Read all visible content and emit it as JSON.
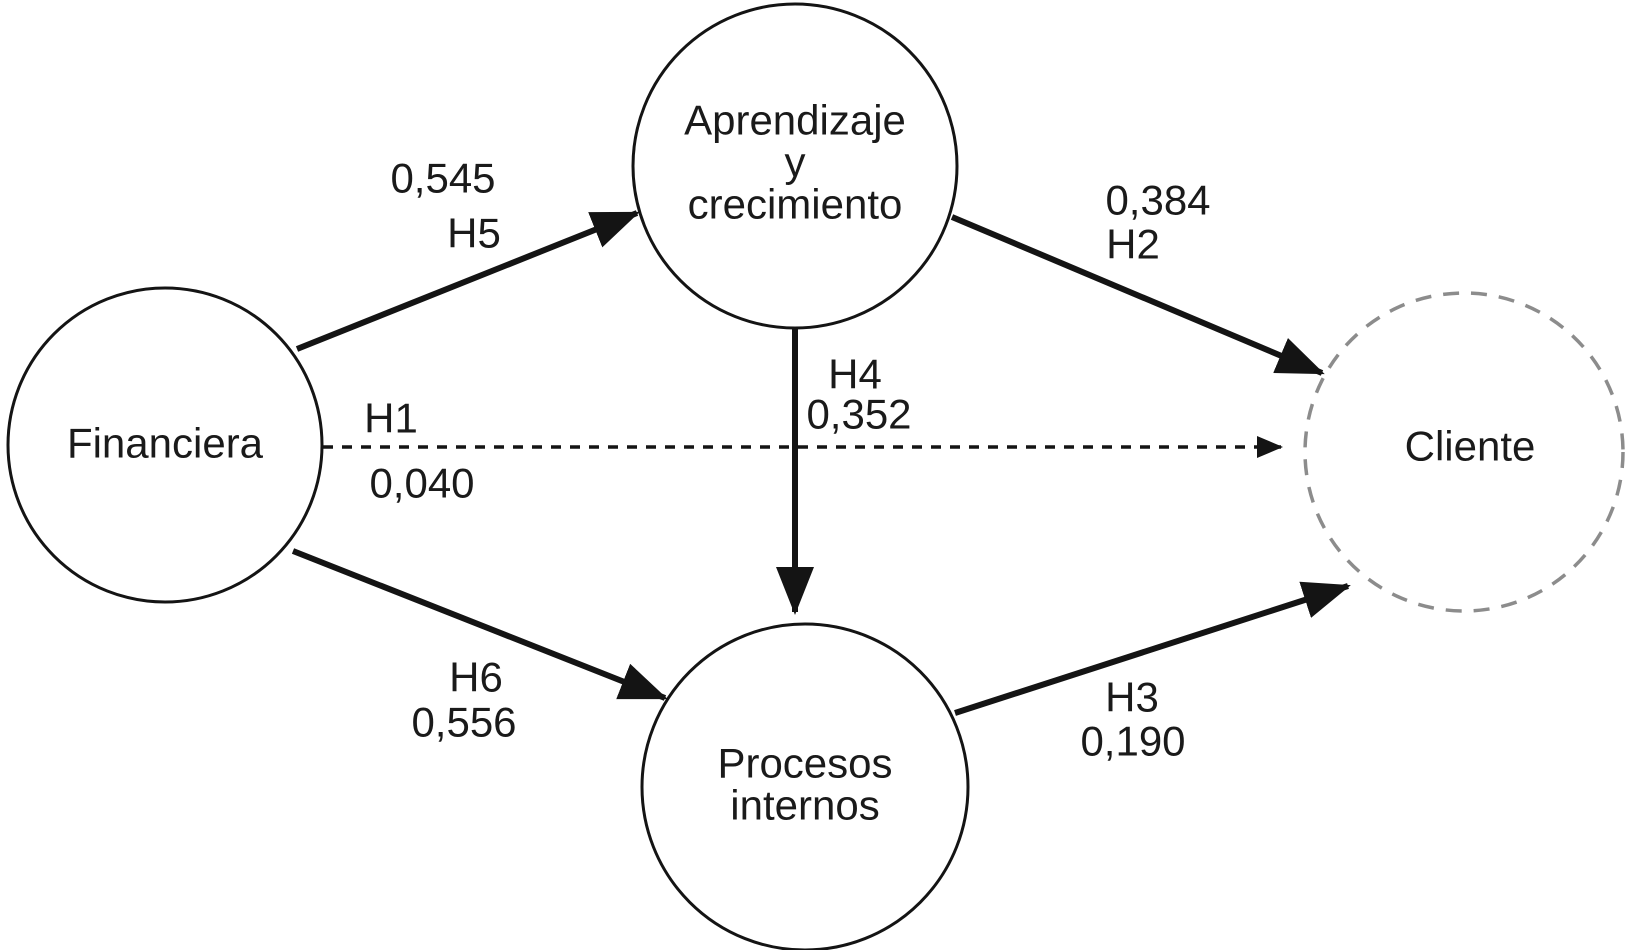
{
  "diagram": {
    "type": "path-model",
    "nodes": {
      "financiera": {
        "label": "Financiera",
        "style": "solid"
      },
      "aprendizaje": {
        "lines": [
          "Aprendizaje",
          "y",
          "crecimiento"
        ],
        "style": "solid"
      },
      "procesos": {
        "lines": [
          "Procesos",
          "internos"
        ],
        "style": "solid"
      },
      "cliente": {
        "label": "Cliente",
        "style": "dashed"
      }
    },
    "edges": [
      {
        "id": "H5",
        "from": "financiera",
        "to": "aprendizaje",
        "hypothesis": "H5",
        "coefficient": "0,545",
        "style": "solid"
      },
      {
        "id": "H1",
        "from": "financiera",
        "to": "cliente",
        "hypothesis": "H1",
        "coefficient": "0,040",
        "style": "dotted"
      },
      {
        "id": "H6",
        "from": "financiera",
        "to": "procesos",
        "hypothesis": "H6",
        "coefficient": "0,556",
        "style": "solid"
      },
      {
        "id": "H2",
        "from": "aprendizaje",
        "to": "cliente",
        "hypothesis": "H2",
        "coefficient": "0,384",
        "style": "solid"
      },
      {
        "id": "H4",
        "from": "aprendizaje",
        "to": "procesos",
        "hypothesis": "H4",
        "coefficient": "0,352",
        "style": "solid"
      },
      {
        "id": "H3",
        "from": "procesos",
        "to": "cliente",
        "hypothesis": "H3",
        "coefficient": "0,190",
        "style": "solid"
      }
    ],
    "colors": {
      "line": "#141414",
      "text": "#1a1a1a",
      "muted_line": "#8c8c8c",
      "muted_text": "#7a7a7a",
      "background": "#ffffff"
    }
  }
}
